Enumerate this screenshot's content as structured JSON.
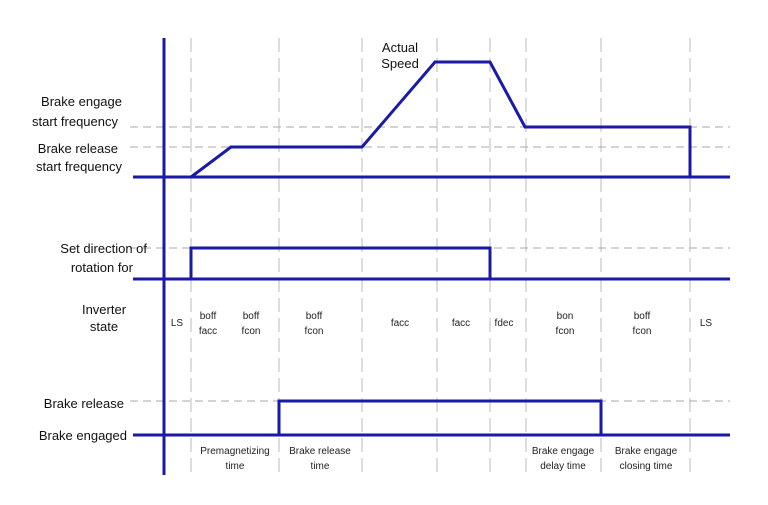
{
  "colors": {
    "signal": "#1a1aa8",
    "guide": "#aaaaaa"
  },
  "labels": {
    "actual_speed": [
      "Actual",
      "Speed"
    ],
    "brake_engage_freq": [
      "Brake engage",
      "start frequency"
    ],
    "brake_release_freq": [
      "Brake release",
      "start frequency"
    ],
    "direction": [
      "Set direction of",
      "rotation for"
    ],
    "inverter_state": [
      "Inverter",
      "state"
    ],
    "brake_release": "Brake release",
    "brake_engaged": "Brake engaged"
  },
  "inverter_states": [
    [
      "LS"
    ],
    [
      "boff",
      "facc"
    ],
    [
      "boff",
      "fcon"
    ],
    [
      "boff",
      "fcon"
    ],
    [
      "facc"
    ],
    [
      "facc"
    ],
    [
      "fdec"
    ],
    [
      "bon",
      "fcon"
    ],
    [
      "boff",
      "fcon"
    ],
    [
      "LS"
    ]
  ],
  "time_labels": [
    [
      "Premagnetizing",
      "time"
    ],
    [
      "Brake release",
      "time"
    ],
    [
      "Brake engage",
      "delay time"
    ],
    [
      "Brake engage",
      "closing time"
    ]
  ]
}
